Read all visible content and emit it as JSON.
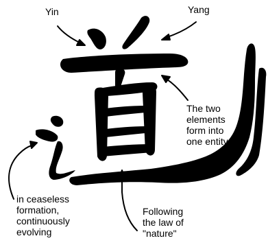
{
  "diagram": {
    "character": "道",
    "labels": {
      "yin": "Yin",
      "yang": "Yang",
      "two_elements": [
        "The two",
        "elements",
        "form into",
        "one entity"
      ],
      "ceaseless": [
        "in ceaseless",
        "formation,",
        "continuously",
        "evolving"
      ],
      "law": [
        "Following",
        "the law of",
        "\"nature\""
      ]
    }
  }
}
